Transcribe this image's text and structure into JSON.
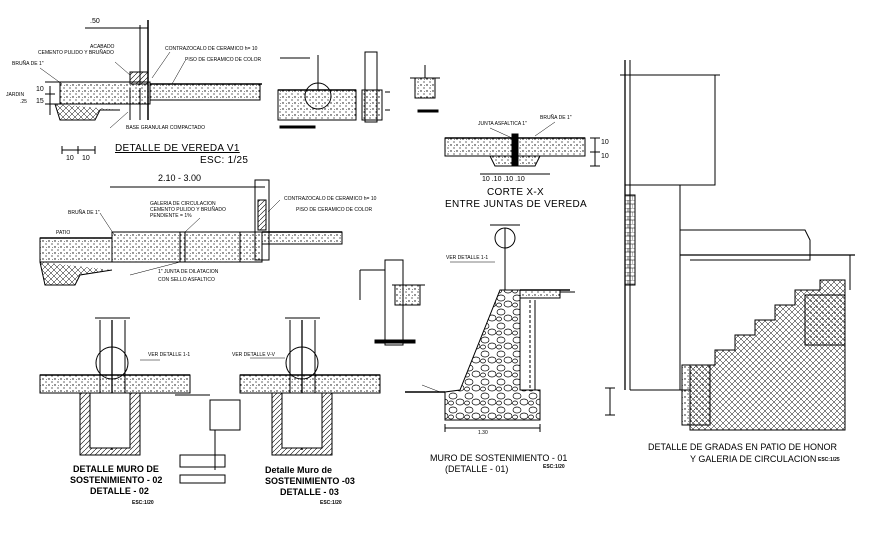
{
  "vereda": {
    "dim_top": ".50",
    "acabado": "ACABADO",
    "cemento": "CEMENTO PULIDO Y BRUÑADO",
    "bruna": "BRUÑA DE 1\"",
    "contrazocalo": "CONTRAZOCALO DE CERAMICO  h= 10",
    "piso": "PISO DE CERAMICO DE COLOR",
    "jardin": "JARDIN",
    "dim_10": "10",
    "dim_25": ".25",
    "dim_15": "15",
    "base": "BASE GRANULAR COMPACTADO",
    "dim_b1": "10",
    "dim_b2": "10",
    "title": "DETALLE DE VEREDA  V1",
    "scale": "ESC: 1/25"
  },
  "galeria": {
    "dim_top": "2.10 - 3.00",
    "galeria": "GALERIA DE CIRCULACION",
    "cemento": "CEMENTO PULIDO Y BRUÑADO",
    "pendiente": "PENDIENTE = 1%",
    "bruna": "BRUÑA DE 1\"",
    "patio": "PATIO",
    "contrazocalo": "CONTRAZOCALO DE CERAMICO  h= 10",
    "piso": "PISO DE CERAMICO DE COLOR",
    "junta": "1\" JUNTA DE DILATACION",
    "sello": "CON SELLO ASFALTICO"
  },
  "corte": {
    "junta": "JUNTA ASFALTICA 1\"",
    "bruna": "BRUÑA DE 1\"",
    "dim_r1": "10",
    "dim_r2": "10",
    "dims_bottom": "10 .10  .10 .10",
    "title1": "CORTE X-X",
    "title2": "ENTRE JUNTAS DE VEREDA"
  },
  "muro01": {
    "ver": "VER DETALLE 1-1",
    "title": "MURO DE SOSTENIMIENTO - 01",
    "sub": "(DETALLE - 01)",
    "scale": "ESC:1/20",
    "dim_bottom": "1.30"
  },
  "muro02": {
    "ver": "VER DETALLE 1-1",
    "title1": "DETALLE MURO DE",
    "title2": "SOSTENIMIENTO - 02",
    "title3": "DETALLE - 02",
    "scale": "ESC:1/20"
  },
  "muro03": {
    "ver": "VER DETALLE V-V",
    "title1": "Detalle Muro de",
    "title2": "SOSTENIMIENTO -03",
    "title3": "DETALLE - 03",
    "scale": "ESC:1/20"
  },
  "gradas": {
    "title1": "DETALLE DE GRADAS EN PATIO DE HONOR",
    "title2": "Y GALERIA DE CIRCULACION",
    "scale": "ESC:1/25"
  }
}
